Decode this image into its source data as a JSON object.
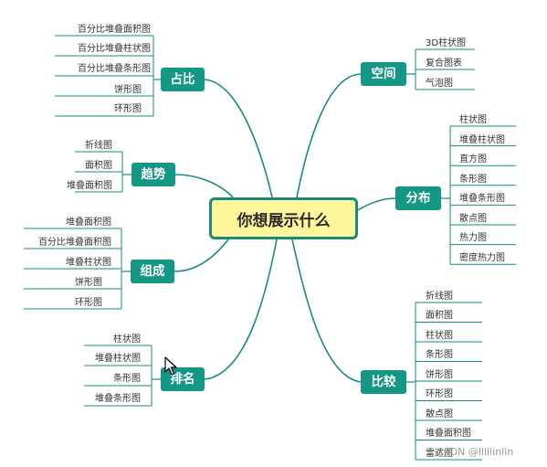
{
  "center": "你想展示什么",
  "branches": {
    "zhanbi": {
      "label": "占比",
      "items": [
        "百分比堆叠面积图",
        "百分比堆叠柱状图",
        "百分比堆叠条形图",
        "饼形图",
        "环形图"
      ]
    },
    "qushi": {
      "label": "趋势",
      "items": [
        "折线图",
        "面积图",
        "堆叠面积图"
      ]
    },
    "zucheng": {
      "label": "组成",
      "items": [
        "堆叠面积图",
        "百分比堆叠面积图",
        "堆叠柱状图",
        "饼形图",
        "环形图"
      ]
    },
    "paiming": {
      "label": "排名",
      "items": [
        "柱状图",
        "堆叠柱状图",
        "条形图",
        "堆叠条形图"
      ]
    },
    "kongjian": {
      "label": "空间",
      "items": [
        "3D柱状图",
        "复合图表",
        "气泡图"
      ]
    },
    "fenbu": {
      "label": "分布",
      "items": [
        "柱状图",
        "堆叠柱状图",
        "直方图",
        "条形图",
        "堆叠条形图",
        "散点图",
        "热力图",
        "密度热力图"
      ]
    },
    "bijiao": {
      "label": "比较",
      "items": [
        "折线图",
        "面积图",
        "柱状图",
        "条形图",
        "饼形图",
        "环形图",
        "散点图",
        "堆叠面积图",
        "雷达图"
      ]
    }
  },
  "watermark": "CSDN @lllllinlin",
  "colors": {
    "branch": "#149785",
    "line": "#1a8a7e",
    "center_fill": "#fff59a"
  }
}
